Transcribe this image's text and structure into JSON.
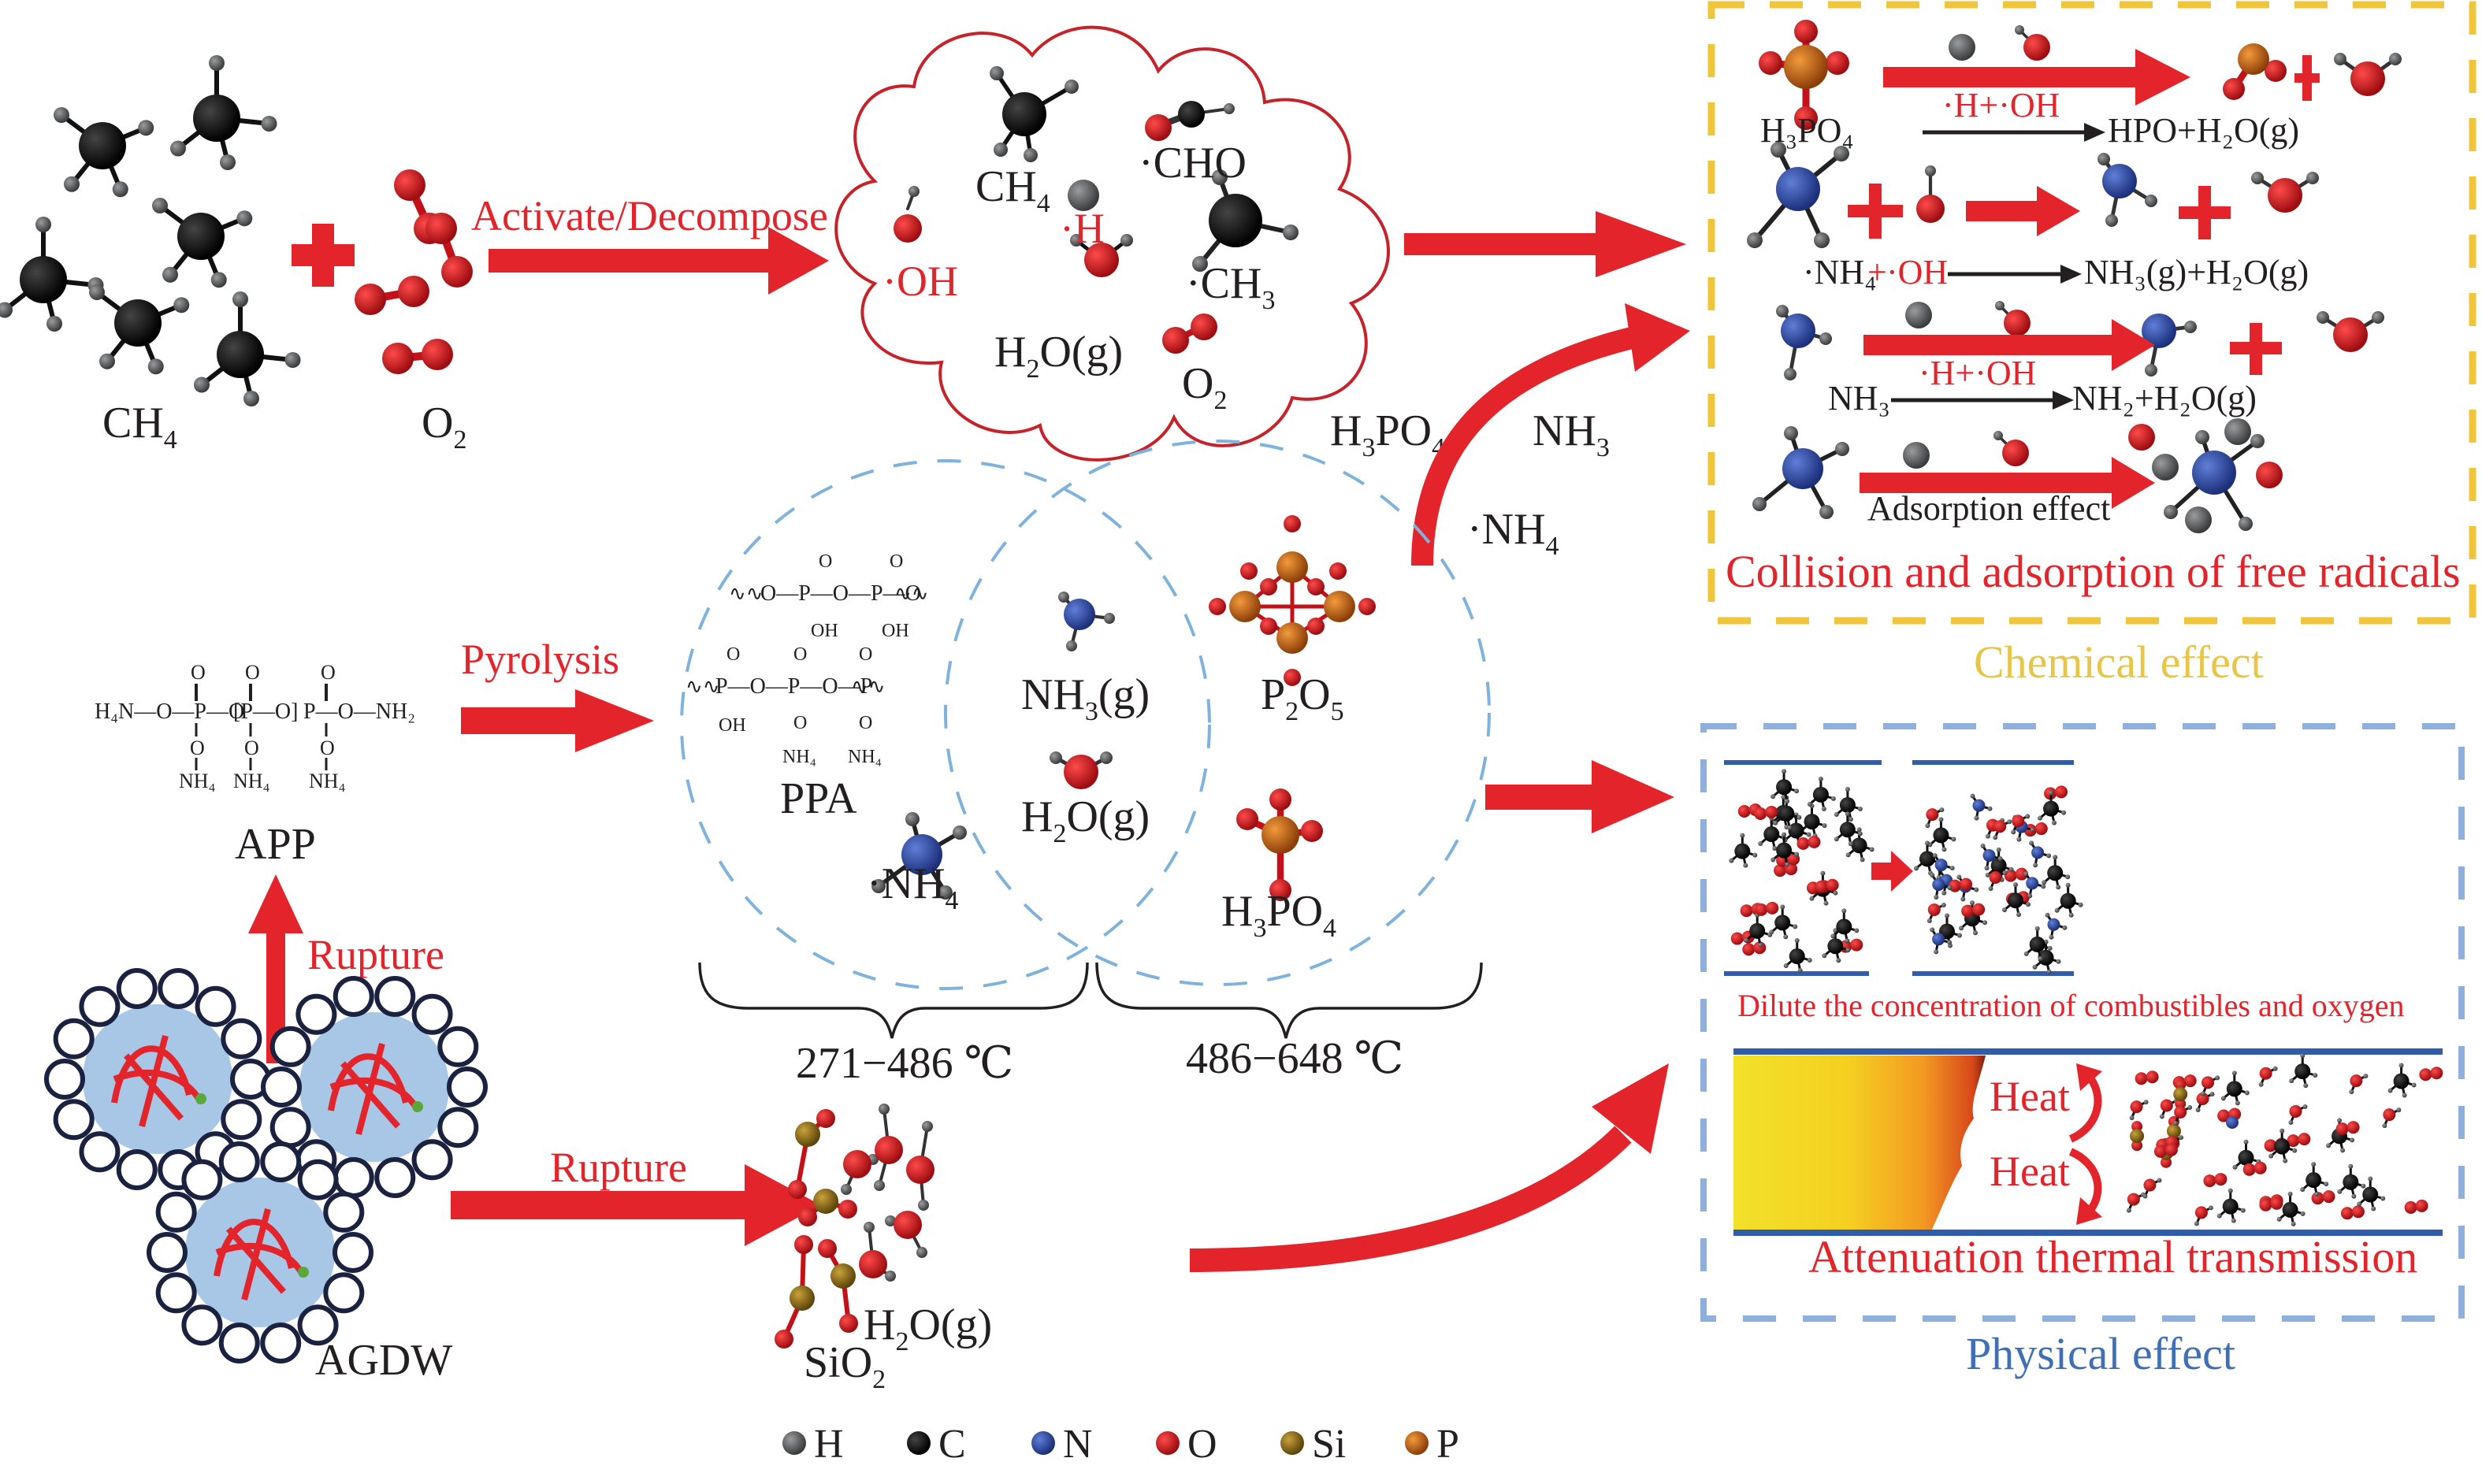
{
  "colors": {
    "arrow_red": "#e3242b",
    "chemical_box": "#f0c53a",
    "physical_box": "#8fb0dc",
    "circle_dash": "#7fb2dd",
    "atom_H": "#555759",
    "atom_C": "#0a0a0a",
    "atom_N": "#2b47a8",
    "atom_O": "#d0161e",
    "atom_Si": "#8a6a14",
    "atom_P": "#d26a12"
  },
  "reactants": {
    "ch4_label": "CH",
    "ch4_sub": "4",
    "o2_label": "O",
    "o2_sub": "2",
    "activate_label": "Activate/Decompose"
  },
  "cloud": {
    "species": [
      {
        "name": "ch4",
        "label": "CH",
        "sub": "4",
        "color": "black"
      },
      {
        "name": "h-radical",
        "label": "·H",
        "sub": "",
        "color": "red"
      },
      {
        "name": "cho-radical",
        "label": "·CHO",
        "sub": "",
        "color": "black"
      },
      {
        "name": "oh-radical",
        "label": "·OH",
        "sub": "",
        "color": "red"
      },
      {
        "name": "ch3-radical",
        "label": "·CH",
        "sub": "3",
        "color": "black"
      },
      {
        "name": "h2o",
        "label": "H",
        "sub": "2",
        "tail": "O(g)",
        "color": "black"
      },
      {
        "name": "o2",
        "label": "O",
        "sub": "2",
        "color": "black"
      }
    ]
  },
  "gas_release": {
    "h3po4": {
      "a": "H",
      "sub1": "3",
      "b": "PO",
      "sub2": "4"
    },
    "nh3": {
      "a": "NH",
      "sub": "3"
    },
    "nh4": {
      "a": "·NH",
      "sub": "4"
    }
  },
  "app": {
    "label": "APP",
    "formula": {
      "left": "H₄N—O—P—O",
      "mid": "P—O",
      "right": "P—O—NH₂",
      "top_o": "O",
      "side_o": "O",
      "nh4": "NH₄"
    },
    "pyrolysis_label": "Pyrolysis"
  },
  "pyrolysis_products": {
    "ppa_label": "PPA",
    "ppa_chain1": "O—P—O—P—O",
    "ppa_chain2": "P—O—P—O—P",
    "ppa_oh": "OH",
    "ppa_o": "O",
    "ppa_nh4": "NH₄",
    "nh4_radical": {
      "a": "·NH",
      "sub": "4"
    },
    "nh3_gas": {
      "a": "NH",
      "sub": "3",
      "tail": "(g)"
    },
    "h2o_gas": {
      "a": "H",
      "sub": "2",
      "tail": "O(g)"
    },
    "p2o5": {
      "a": "P",
      "sub1": "2",
      "b": "O",
      "sub2": "5"
    },
    "h3po4": {
      "a": "H",
      "sub1": "3",
      "b": "PO",
      "sub2": "4"
    },
    "range1": "271−486 ℃",
    "range2": "486−648 ℃"
  },
  "agdw": {
    "label": "AGDW",
    "rupture_up": "Rupture",
    "rupture_right": "Rupture",
    "sio2": {
      "a": "SiO",
      "sub": "2"
    },
    "h2o": {
      "a": "H",
      "sub": "2",
      "tail": "O(g)"
    }
  },
  "chemical_effect": {
    "title": "Chemical effect",
    "summary": "Collision and adsorption of free radicals",
    "reactions": [
      {
        "left": "H₃PO₄",
        "over": "·H+·OH",
        "right": "HPO+H₂O(g)"
      },
      {
        "left": "·NH₄",
        "plus": "+",
        "radical": "·OH",
        "right": "NH₃(g)+H₂O(g)"
      },
      {
        "left": "NH₃",
        "over": "·H+·OH",
        "right": "NH₂+H₂O(g)"
      },
      {
        "under": "Adsorption effect"
      }
    ]
  },
  "physical_effect": {
    "title": "Physical effect",
    "dilute_caption": "Dilute the concentration of combustibles and oxygen",
    "heat_labels": [
      "Heat",
      "Heat"
    ],
    "attenuation_caption": "Attenuation thermal transmission"
  },
  "legend": [
    {
      "symbol": "H",
      "color": "#555759"
    },
    {
      "symbol": "C",
      "color": "#0a0a0a"
    },
    {
      "symbol": "N",
      "color": "#2b47a8"
    },
    {
      "symbol": "O",
      "color": "#d0161e"
    },
    {
      "symbol": "Si",
      "color": "#8a6a14"
    },
    {
      "symbol": "P",
      "color": "#d26a12"
    }
  ]
}
